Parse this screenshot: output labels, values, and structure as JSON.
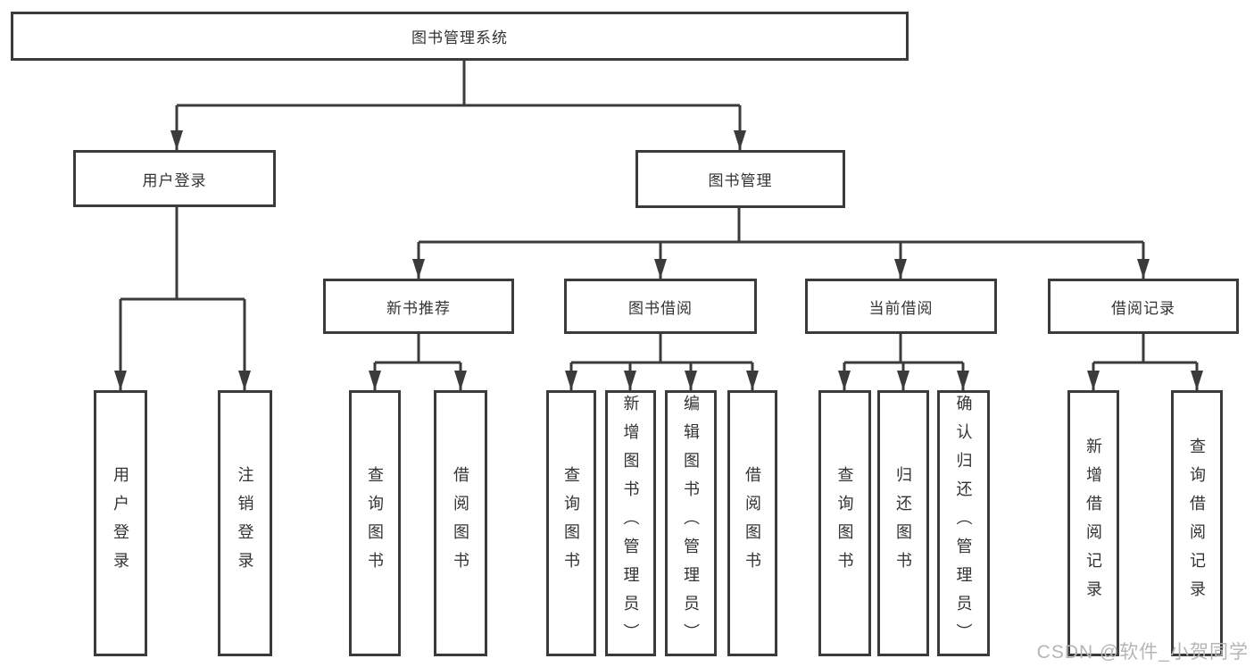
{
  "root": {
    "label": "图书管理系统"
  },
  "level2": [
    {
      "label": "用户登录"
    },
    {
      "label": "图书管理"
    }
  ],
  "level3": [
    {
      "label": "新书推荐"
    },
    {
      "label": "图书借阅"
    },
    {
      "label": "当前借阅"
    },
    {
      "label": "借阅记录"
    }
  ],
  "leaves": [
    {
      "label": "用户登录"
    },
    {
      "label": "注销登录"
    },
    {
      "label": "查询图书"
    },
    {
      "label": "借阅图书"
    },
    {
      "label": "查询图书"
    },
    {
      "label": "新增图书（管理员）"
    },
    {
      "label": "编辑图书（管理员）"
    },
    {
      "label": "借阅图书"
    },
    {
      "label": "查询图书"
    },
    {
      "label": "归还图书"
    },
    {
      "label": "确认归还（管理员）"
    },
    {
      "label": "新增借阅记录"
    },
    {
      "label": "查询借阅记录"
    }
  ],
  "watermark": "CSDN @软件_小贺同学",
  "colors": {
    "line": "#3b3b3b",
    "text": "#333333",
    "watermark": "#b5b5b5",
    "background": "#ffffff"
  }
}
